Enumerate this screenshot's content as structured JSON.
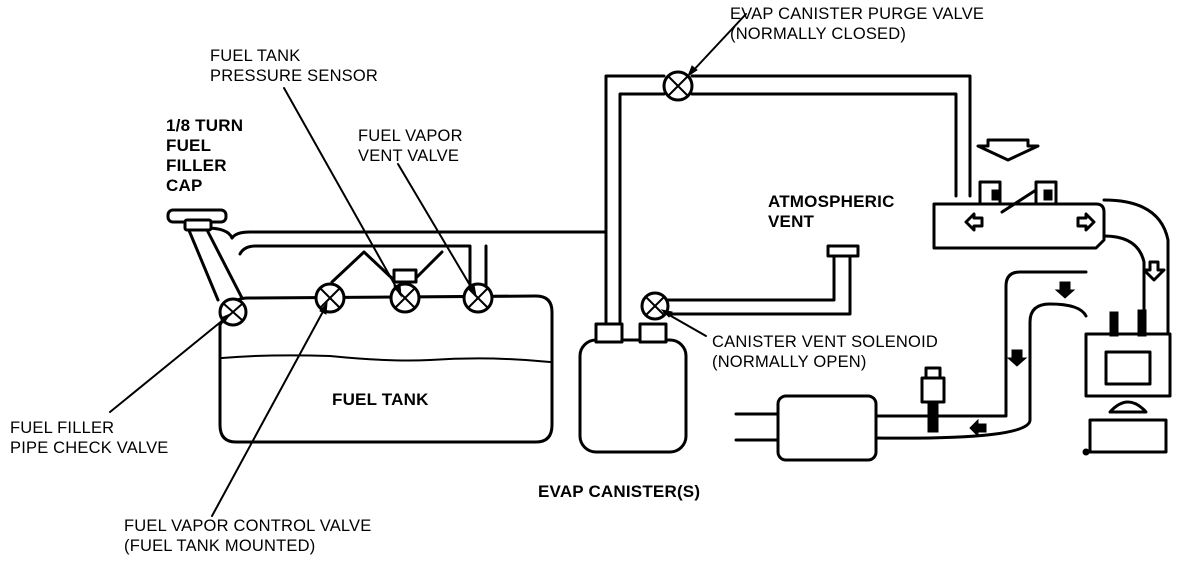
{
  "labels": {
    "purge_valve": "EVAP CANISTER PURGE VALVE\n(NORMALLY CLOSED)",
    "pressure_sensor": "FUEL TANK\nPRESSURE SENSOR",
    "filler_cap": "1/8 TURN\nFUEL\nFILLER\nCAP",
    "vent_valve": "FUEL VAPOR\nVENT VALVE",
    "atmospheric_vent": "ATMOSPHERIC\nVENT",
    "vent_solenoid": "CANISTER VENT SOLENOID\n(NORMALLY OPEN)",
    "fuel_tank": "FUEL TANK",
    "filler_check_valve": "FUEL FILLER\nPIPE CHECK VALVE",
    "evap_canisters": "EVAP CANISTER(S)",
    "vapor_control_valve": "FUEL VAPOR CONTROL VALVE\n(FUEL TANK MOUNTED)"
  }
}
